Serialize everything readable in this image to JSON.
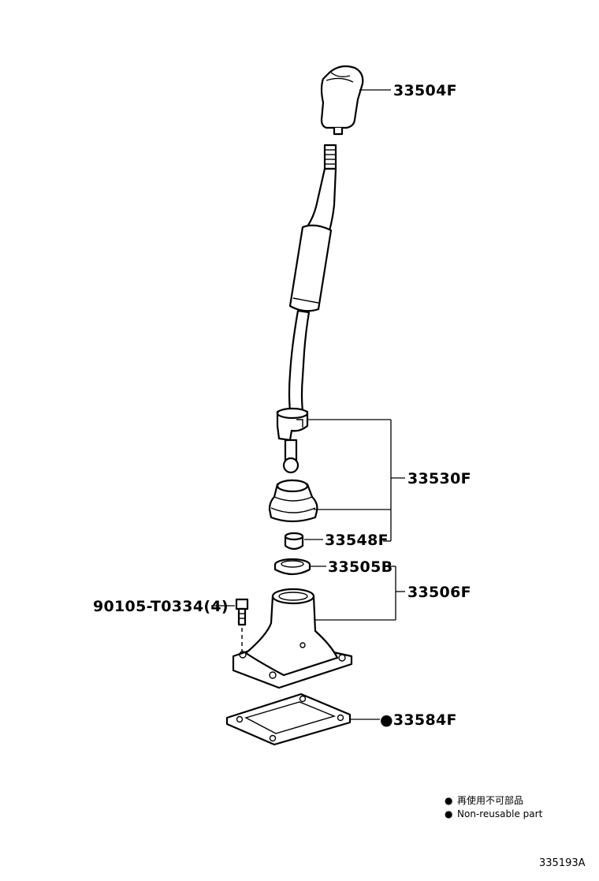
{
  "parts": {
    "knob": "33504F",
    "lever_assy": "33530F",
    "bushing": "33548F",
    "seal": "33505B",
    "retainer": "33506F",
    "bolt": "90105-T0334(4)",
    "gasket": "●33584F"
  },
  "legend": {
    "japanese": "再使用不可部品",
    "english": "Non-reusable part",
    "bullet_symbol": "●"
  },
  "figure_number": "335193A"
}
